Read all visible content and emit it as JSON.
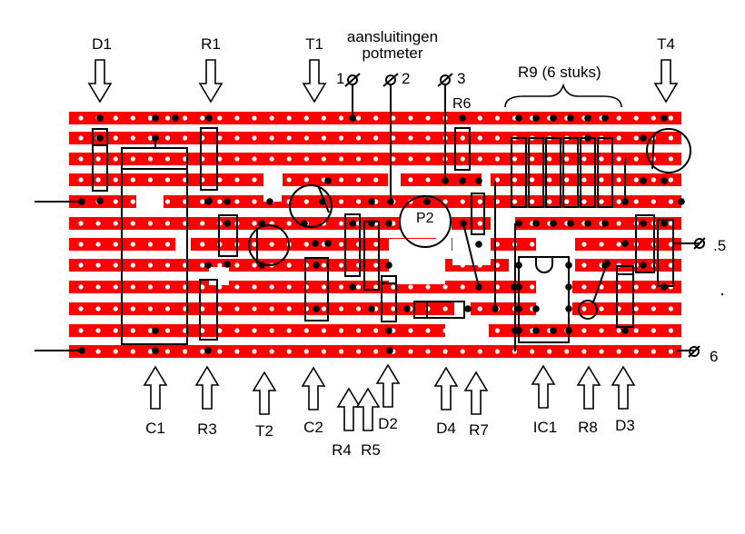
{
  "header": {
    "pot_title_line1": "aansluitingen",
    "pot_title_line2": "potmeter",
    "pot_pins": [
      "1",
      "2",
      "3"
    ],
    "r9_label": "R9 (6 stuks)"
  },
  "top_labels": [
    "D1",
    "R1",
    "T1",
    "T4"
  ],
  "bottom_labels": [
    "C1",
    "R3",
    "T2",
    "C2",
    "R4",
    "R5",
    "D2",
    "D4",
    "R7",
    "IC1",
    "R8",
    "D3"
  ],
  "board_labels": {
    "r6": "R6",
    "p2": "P2"
  },
  "connections": {
    "pin5": ".5",
    "pin6": "6"
  },
  "colors": {
    "strip": "#ff0000",
    "hole": "#ffffff",
    "ink": "#000000"
  }
}
